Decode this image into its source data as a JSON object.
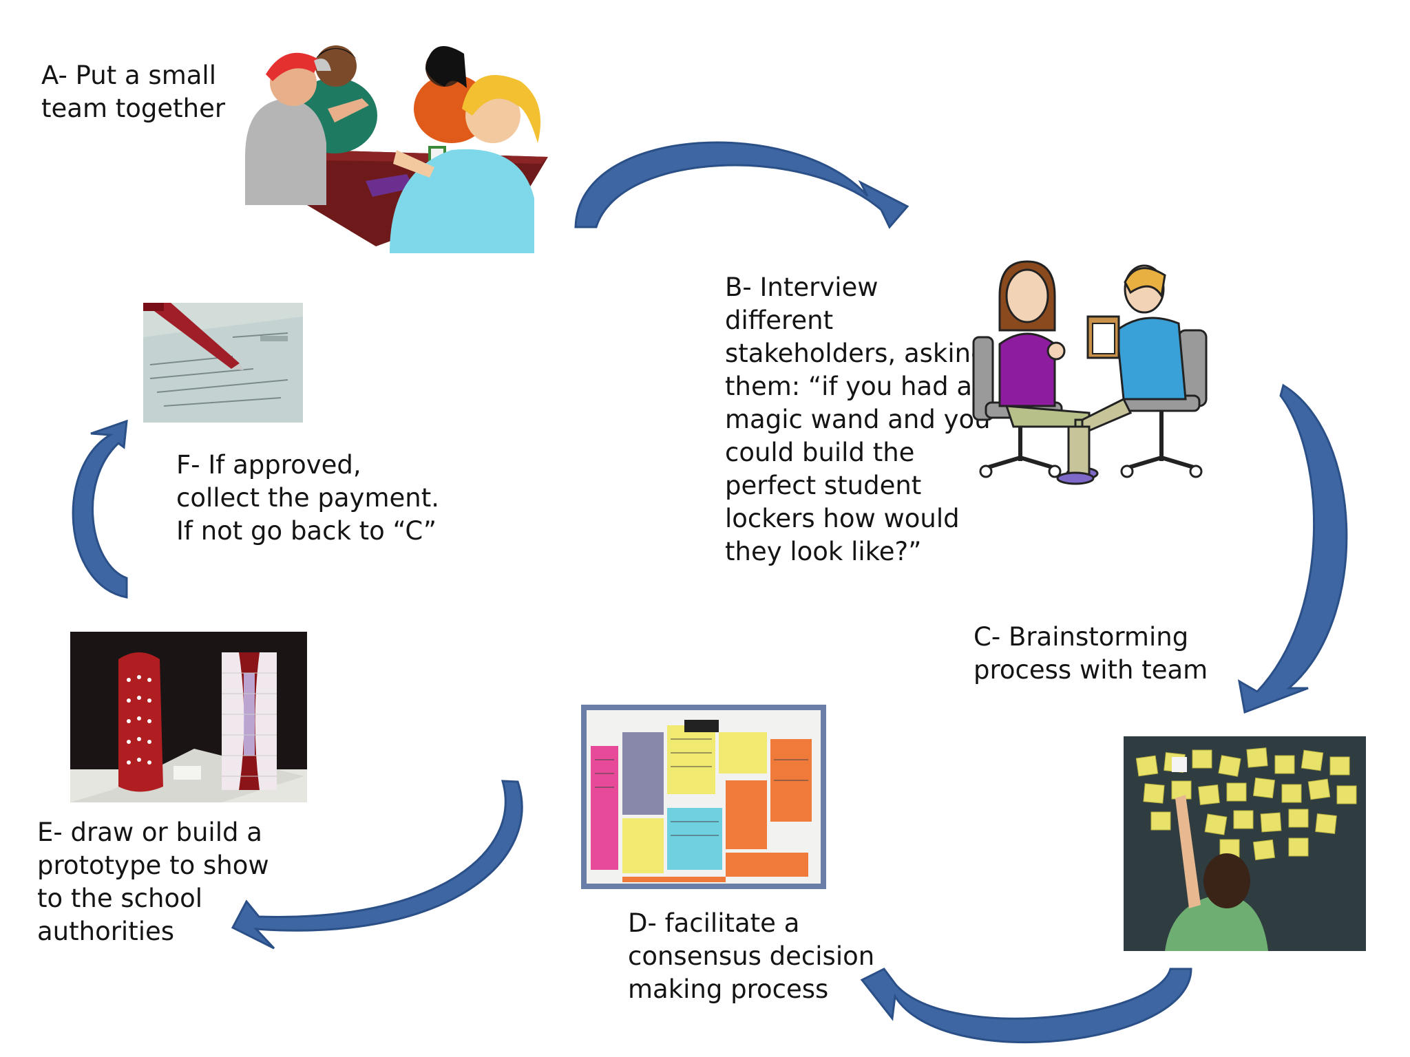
{
  "steps": {
    "a": {
      "lines": [
        "A- Put a small",
        "team together"
      ],
      "picture": "team-meeting-illustration"
    },
    "b": {
      "lines": [
        "B- Interview",
        "different",
        "stakeholders, asking",
        "them: “if you had a",
        "magic wand and you",
        "could build the",
        "perfect student",
        "lockers how would",
        "they look like?”"
      ],
      "picture": "interview-illustration"
    },
    "c": {
      "lines": [
        "C- Brainstorming",
        "process with team"
      ],
      "picture": "sticky-notes-wall-photo"
    },
    "d": {
      "lines": [
        "D- facilitate a",
        "consensus decision",
        "making process"
      ],
      "picture": "affinity-board-photo"
    },
    "e": {
      "lines": [
        "E- draw or build a",
        "prototype to show",
        "to the school",
        "authorities"
      ],
      "picture": "prototype-model-photo"
    },
    "f": {
      "lines": [
        "F- If approved,",
        "collect the payment.",
        "If not go back to “C”"
      ],
      "picture": "check-and-pen-photo"
    }
  },
  "colors": {
    "arrow": "#3e66a3",
    "text": "#141414",
    "background": "#ffffff"
  }
}
